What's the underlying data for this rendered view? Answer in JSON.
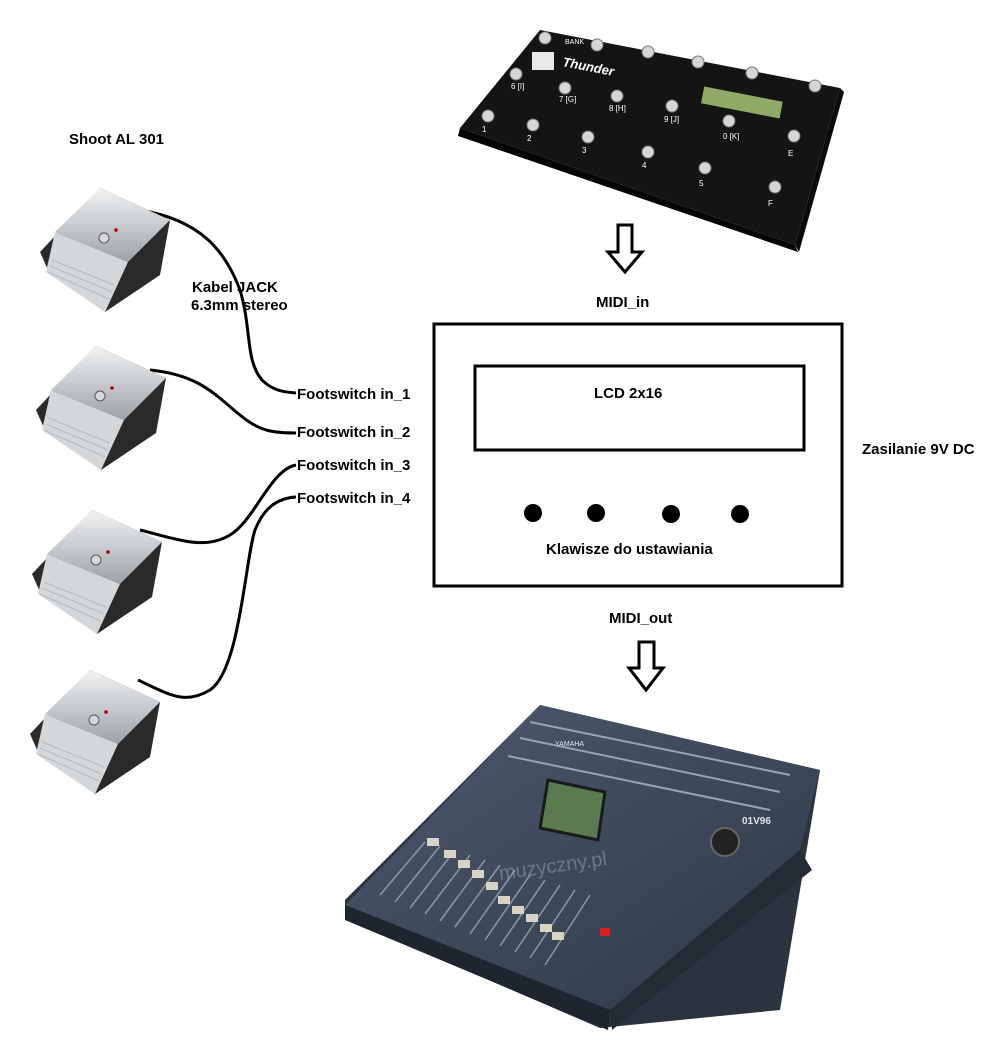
{
  "labels": {
    "footswitch_title": "Shoot AL 301",
    "cable_line1": "Kabel JACK",
    "cable_line2": "6.3mm stereo",
    "fs_in_1": "Footswitch in_1",
    "fs_in_2": "Footswitch in_2",
    "fs_in_3": "Footswitch in_3",
    "fs_in_4": "Footswitch in_4",
    "midi_in": "MIDI_in",
    "midi_out": "MIDI_out",
    "lcd": "LCD 2x16",
    "power": "Zasilanie 9V DC",
    "keys": "Klawisze do ustawiania"
  },
  "controller": {
    "brand": "Thunder",
    "bank_label": "BANK",
    "key_labels": [
      "6 [I]",
      "7 [G]",
      "8 [H]",
      "9 [J]",
      "0 [K]",
      "E",
      "1",
      "2",
      "3",
      "4",
      "5",
      "F"
    ]
  },
  "mixer": {
    "brand": "YAMAHA",
    "model": "01V96",
    "watermark": "muzyczny.pl"
  },
  "colors": {
    "line": "#000000",
    "pedal_body": "#2a2a2a",
    "pedal_top": "#c9cdd1",
    "mixer_body": "#3f4a5a",
    "controller_body": "#141414",
    "lcd_green": "#8faa66"
  }
}
